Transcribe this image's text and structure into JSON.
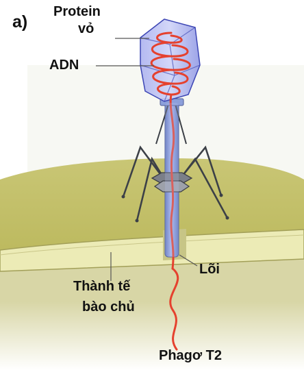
{
  "panel_letter": "a)",
  "labels": {
    "protein_line1": "Protein",
    "protein_line2": "vỏ",
    "adn": "ADN",
    "core": "Lõi",
    "host_wall_line1": "Thành tế",
    "host_wall_line2": "bào chủ",
    "phage_name": "Phagơ T2"
  },
  "colors": {
    "capsid": "#8a93e6",
    "dna": "#e5412e",
    "tail": "#7d93d8",
    "host_cell": "#c8c56a",
    "cell_wall": "#ecebb6"
  }
}
